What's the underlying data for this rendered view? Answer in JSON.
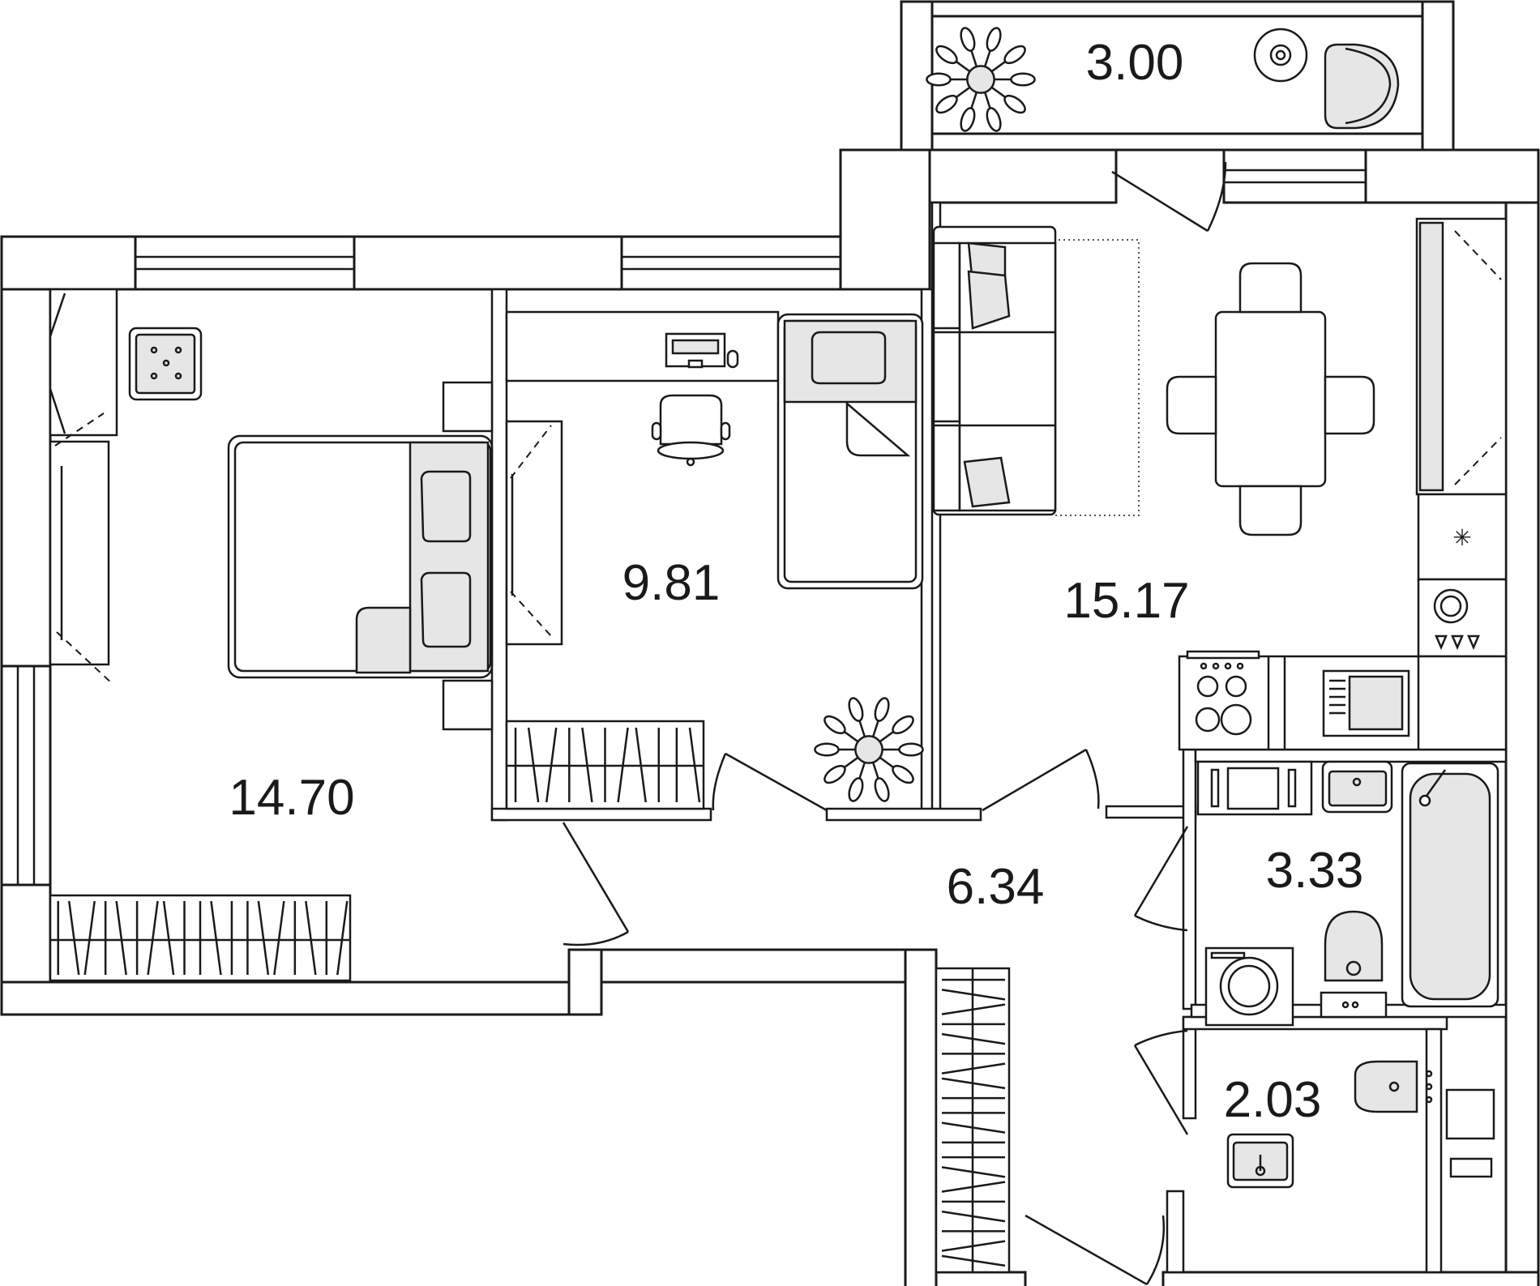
{
  "rooms": {
    "balcony": "3.00",
    "bedroom": "14.70",
    "kids_room": "9.81",
    "living_kitchen": "15.17",
    "hallway": "6.34",
    "bathroom": "3.33",
    "wc": "2.03"
  },
  "icons": [
    "plant",
    "chair",
    "bed",
    "pillow",
    "laptop",
    "office-chair",
    "sofa",
    "dining-table",
    "fridge",
    "hob",
    "sink",
    "bathtub",
    "toilet",
    "washing-machine",
    "wardrobe",
    "window",
    "door"
  ]
}
